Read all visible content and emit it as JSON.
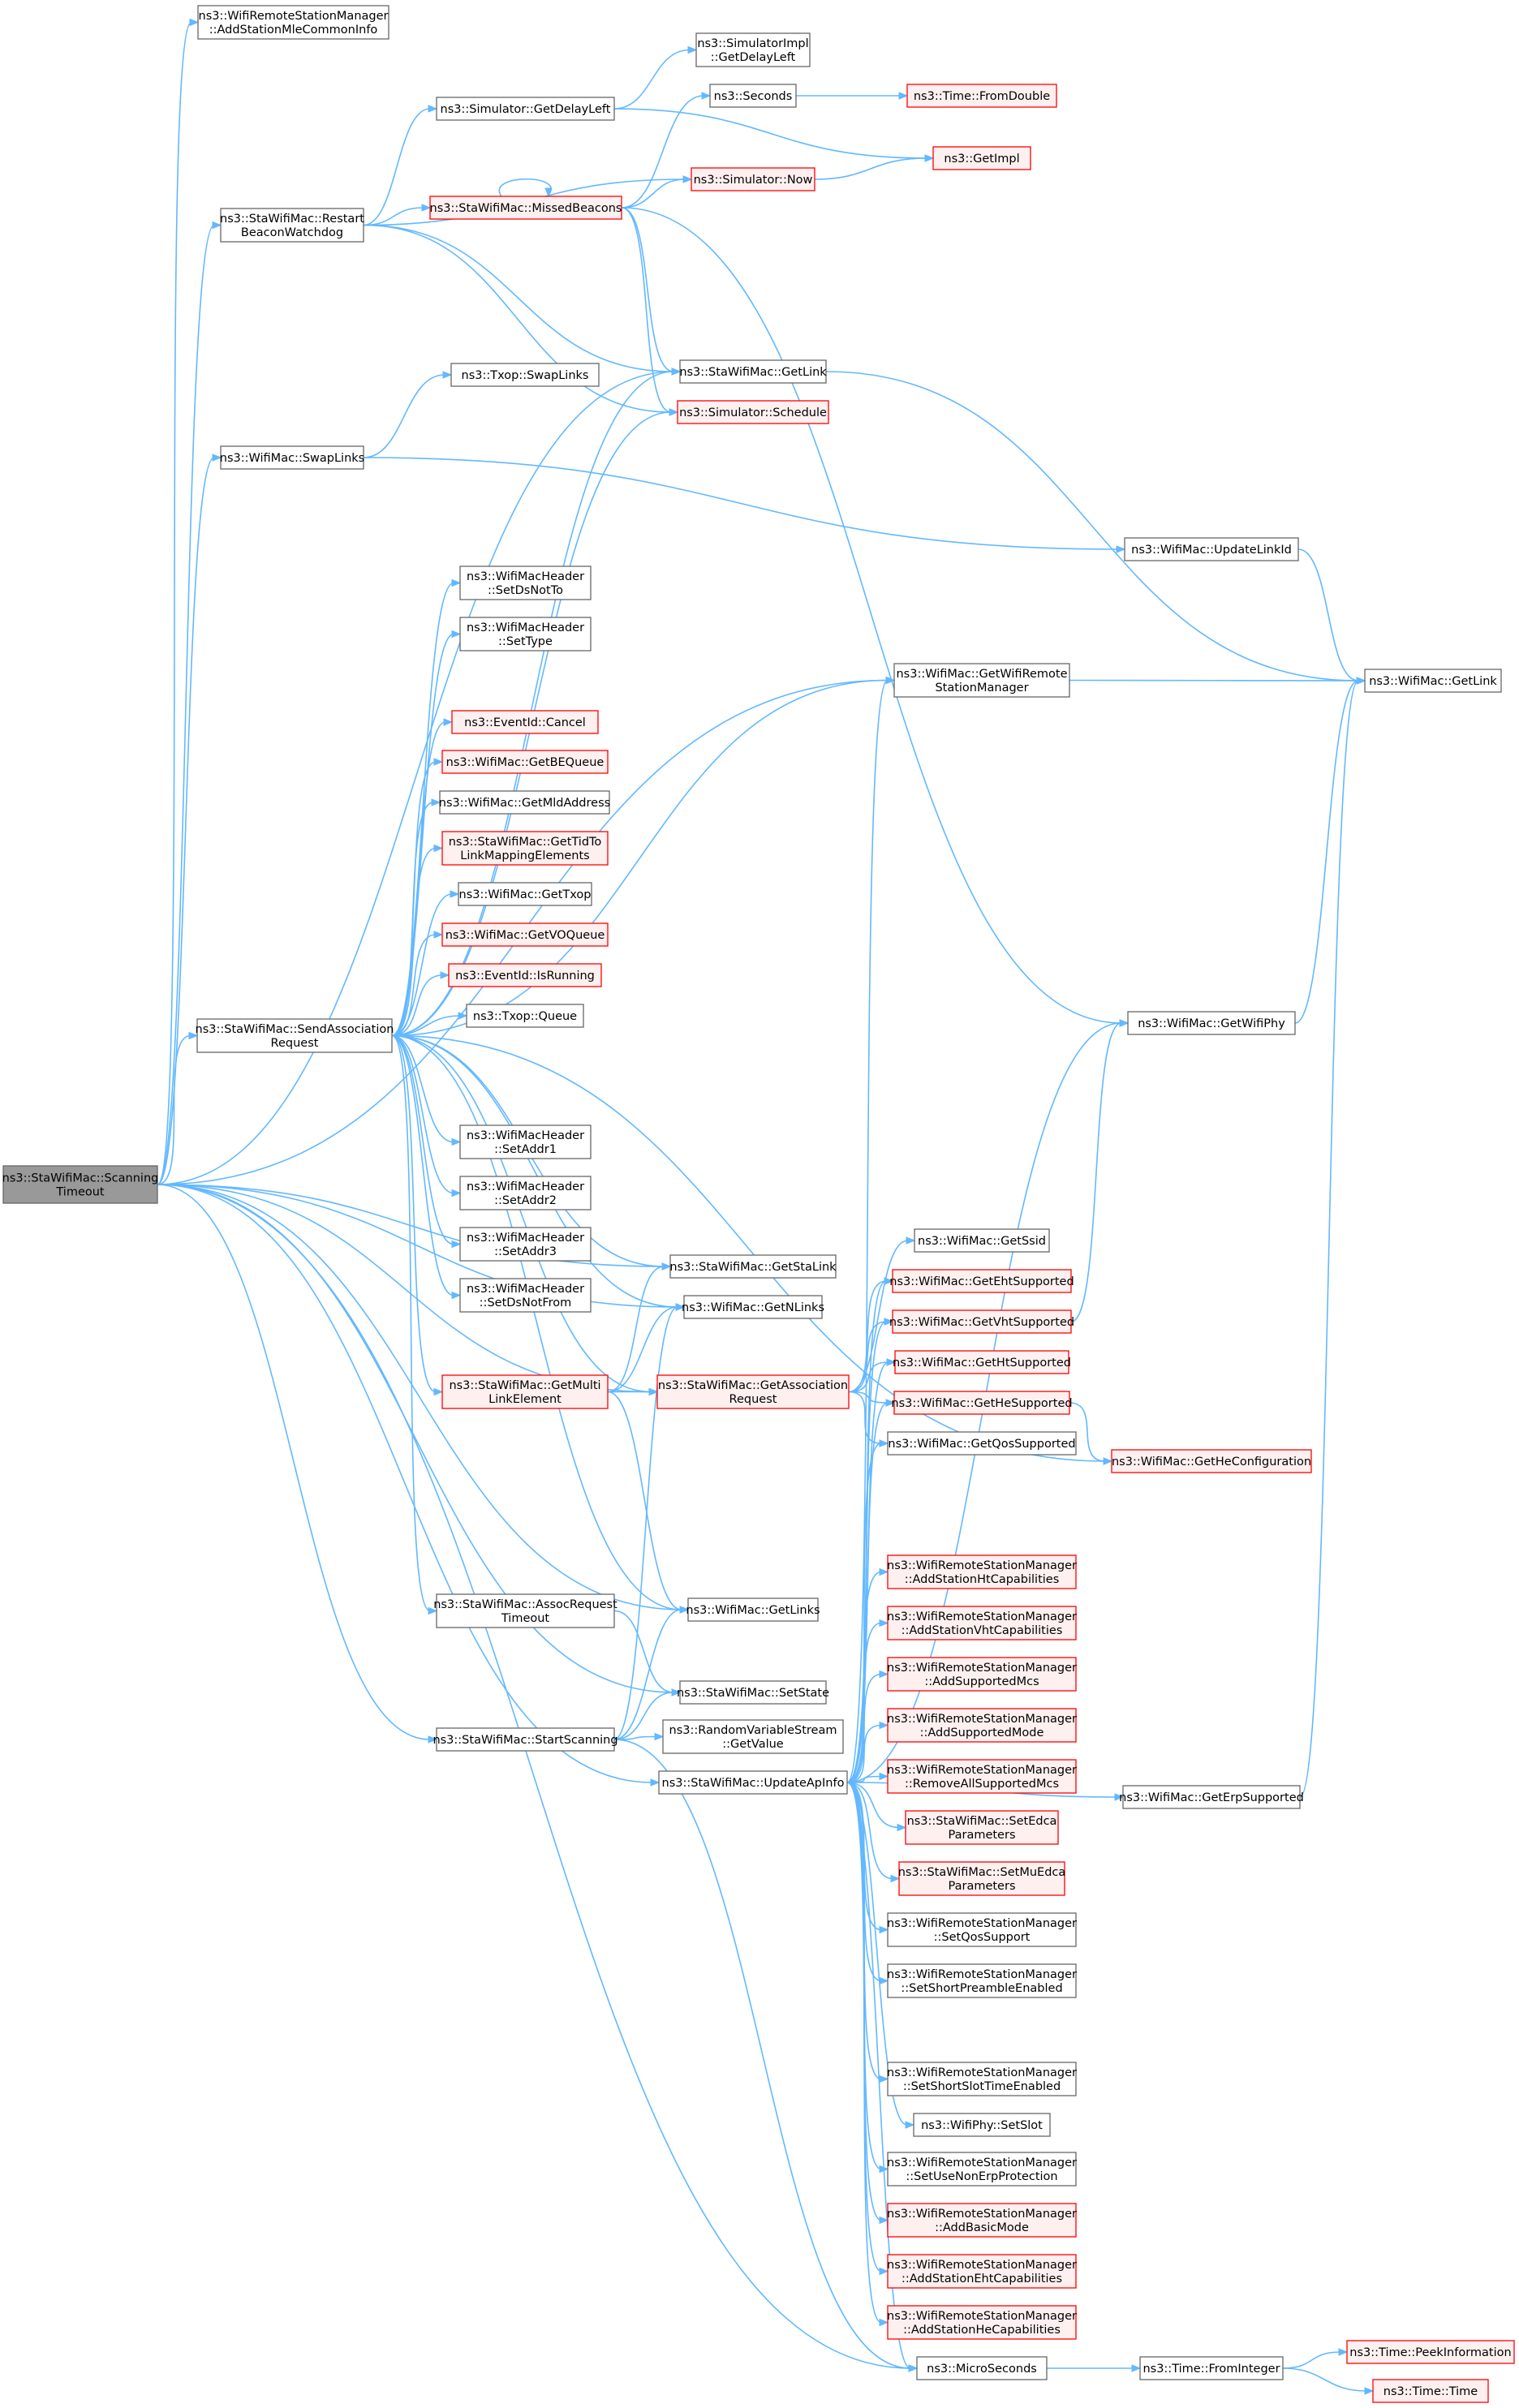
{
  "colors": {
    "edge": "#63b8ff",
    "node_border_default": "#666666",
    "node_border_red": "#ff0000",
    "node_fill_default": "#ffffff",
    "node_fill_red": "#fff0f0",
    "node_fill_root": "#999999"
  },
  "nodes": [
    {
      "id": "root",
      "lines": [
        "ns3::StaWifiMac::Scanning",
        "Timeout"
      ],
      "style": "root"
    },
    {
      "id": "addStationMle",
      "lines": [
        "ns3::WifiRemoteStationManager",
        "::AddStationMleCommonInfo"
      ],
      "style": "default"
    },
    {
      "id": "restartBeacon",
      "lines": [
        "ns3::StaWifiMac::Restart",
        "BeaconWatchdog"
      ],
      "style": "default"
    },
    {
      "id": "swapLinksMac",
      "lines": [
        "ns3::WifiMac::SwapLinks"
      ],
      "style": "default"
    },
    {
      "id": "sendAssoc",
      "lines": [
        "ns3::StaWifiMac::SendAssociation",
        "Request"
      ],
      "style": "default"
    },
    {
      "id": "startScanning",
      "lines": [
        "ns3::StaWifiMac::StartScanning"
      ],
      "style": "default"
    },
    {
      "id": "getDelayLeft",
      "lines": [
        "ns3::Simulator::GetDelayLeft"
      ],
      "style": "default"
    },
    {
      "id": "missedBeacons",
      "lines": [
        "ns3::StaWifiMac::MissedBeacons"
      ],
      "style": "red"
    },
    {
      "id": "txopSwap",
      "lines": [
        "ns3::Txop::SwapLinks"
      ],
      "style": "default"
    },
    {
      "id": "setDsNotTo",
      "lines": [
        "ns3::WifiMacHeader",
        "::SetDsNotTo"
      ],
      "style": "default"
    },
    {
      "id": "setType",
      "lines": [
        "ns3::WifiMacHeader",
        "::SetType"
      ],
      "style": "default"
    },
    {
      "id": "cancel",
      "lines": [
        "ns3::EventId::Cancel"
      ],
      "style": "red"
    },
    {
      "id": "getBEQueue",
      "lines": [
        "ns3::WifiMac::GetBEQueue"
      ],
      "style": "red"
    },
    {
      "id": "getMldAddress",
      "lines": [
        "ns3::WifiMac::GetMldAddress"
      ],
      "style": "default"
    },
    {
      "id": "getTidTo",
      "lines": [
        "ns3::StaWifiMac::GetTidTo",
        "LinkMappingElements"
      ],
      "style": "red"
    },
    {
      "id": "getTxop",
      "lines": [
        "ns3::WifiMac::GetTxop"
      ],
      "style": "default"
    },
    {
      "id": "getVOQueue",
      "lines": [
        "ns3::WifiMac::GetVOQueue"
      ],
      "style": "red"
    },
    {
      "id": "isRunning",
      "lines": [
        "ns3::EventId::IsRunning"
      ],
      "style": "red"
    },
    {
      "id": "txopQueue",
      "lines": [
        "ns3::Txop::Queue"
      ],
      "style": "default"
    },
    {
      "id": "setAddr1",
      "lines": [
        "ns3::WifiMacHeader",
        "::SetAddr1"
      ],
      "style": "default"
    },
    {
      "id": "setAddr2",
      "lines": [
        "ns3::WifiMacHeader",
        "::SetAddr2"
      ],
      "style": "default"
    },
    {
      "id": "setAddr3",
      "lines": [
        "ns3::WifiMacHeader",
        "::SetAddr3"
      ],
      "style": "default"
    },
    {
      "id": "setDsNotFrom",
      "lines": [
        "ns3::WifiMacHeader",
        "::SetDsNotFrom"
      ],
      "style": "default"
    },
    {
      "id": "getMultiLink",
      "lines": [
        "ns3::StaWifiMac::GetMulti",
        "LinkElement"
      ],
      "style": "red"
    },
    {
      "id": "assocReqTimeout",
      "lines": [
        "ns3::StaWifiMac::AssocRequest",
        "Timeout"
      ],
      "style": "default"
    },
    {
      "id": "simImplDelay",
      "lines": [
        "ns3::SimulatorImpl",
        "::GetDelayLeft"
      ],
      "style": "default"
    },
    {
      "id": "seconds",
      "lines": [
        "ns3::Seconds"
      ],
      "style": "default"
    },
    {
      "id": "simNow",
      "lines": [
        "ns3::Simulator::Now"
      ],
      "style": "red"
    },
    {
      "id": "staGetLink",
      "lines": [
        "ns3::StaWifiMac::GetLink"
      ],
      "style": "default"
    },
    {
      "id": "schedule",
      "lines": [
        "ns3::Simulator::Schedule"
      ],
      "style": "red"
    },
    {
      "id": "getWifiRSM",
      "lines": [
        "ns3::WifiMac::GetWifiRemote",
        "StationManager"
      ],
      "style": "default"
    },
    {
      "id": "getStaLink",
      "lines": [
        "ns3::StaWifiMac::GetStaLink"
      ],
      "style": "default"
    },
    {
      "id": "getNLinks",
      "lines": [
        "ns3::WifiMac::GetNLinks"
      ],
      "style": "default"
    },
    {
      "id": "getAssocReq",
      "lines": [
        "ns3::StaWifiMac::GetAssociation",
        "Request"
      ],
      "style": "red"
    },
    {
      "id": "getLinks",
      "lines": [
        "ns3::WifiMac::GetLinks"
      ],
      "style": "default"
    },
    {
      "id": "setState",
      "lines": [
        "ns3::StaWifiMac::SetState"
      ],
      "style": "default"
    },
    {
      "id": "rvsGetValue",
      "lines": [
        "ns3::RandomVariableStream",
        "::GetValue"
      ],
      "style": "default"
    },
    {
      "id": "updateApInfo",
      "lines": [
        "ns3::StaWifiMac::UpdateApInfo"
      ],
      "style": "default"
    },
    {
      "id": "timeFromDouble",
      "lines": [
        "ns3::Time::FromDouble"
      ],
      "style": "red"
    },
    {
      "id": "getImpl",
      "lines": [
        "ns3::GetImpl"
      ],
      "style": "red"
    },
    {
      "id": "updateLinkId",
      "lines": [
        "ns3::WifiMac::UpdateLinkId"
      ],
      "style": "default"
    },
    {
      "id": "getWifiPhy",
      "lines": [
        "ns3::WifiMac::GetWifiPhy"
      ],
      "style": "default"
    },
    {
      "id": "getSsid",
      "lines": [
        "ns3::WifiMac::GetSsid"
      ],
      "style": "default"
    },
    {
      "id": "getEht",
      "lines": [
        "ns3::WifiMac::GetEhtSupported"
      ],
      "style": "red"
    },
    {
      "id": "getVht",
      "lines": [
        "ns3::WifiMac::GetVhtSupported"
      ],
      "style": "red"
    },
    {
      "id": "getHt",
      "lines": [
        "ns3::WifiMac::GetHtSupported"
      ],
      "style": "red"
    },
    {
      "id": "getHe",
      "lines": [
        "ns3::WifiMac::GetHeSupported"
      ],
      "style": "red"
    },
    {
      "id": "getQos",
      "lines": [
        "ns3::WifiMac::GetQosSupported"
      ],
      "style": "default"
    },
    {
      "id": "addHtCap",
      "lines": [
        "ns3::WifiRemoteStationManager",
        "::AddStationHtCapabilities"
      ],
      "style": "red"
    },
    {
      "id": "addVhtCap",
      "lines": [
        "ns3::WifiRemoteStationManager",
        "::AddStationVhtCapabilities"
      ],
      "style": "red"
    },
    {
      "id": "addSuppMcs",
      "lines": [
        "ns3::WifiRemoteStationManager",
        "::AddSupportedMcs"
      ],
      "style": "red"
    },
    {
      "id": "addSuppMode",
      "lines": [
        "ns3::WifiRemoteStationManager",
        "::AddSupportedMode"
      ],
      "style": "red"
    },
    {
      "id": "removeAll",
      "lines": [
        "ns3::WifiRemoteStationManager",
        "::RemoveAllSupportedMcs"
      ],
      "style": "red"
    },
    {
      "id": "setEdca",
      "lines": [
        "ns3::StaWifiMac::SetEdca",
        "Parameters"
      ],
      "style": "red"
    },
    {
      "id": "setMuEdca",
      "lines": [
        "ns3::StaWifiMac::SetMuEdca",
        "Parameters"
      ],
      "style": "red"
    },
    {
      "id": "setQosSupport",
      "lines": [
        "ns3::WifiRemoteStationManager",
        "::SetQosSupport"
      ],
      "style": "default"
    },
    {
      "id": "setShortPre",
      "lines": [
        "ns3::WifiRemoteStationManager",
        "::SetShortPreambleEnabled"
      ],
      "style": "default"
    },
    {
      "id": "setShortSlot",
      "lines": [
        "ns3::WifiRemoteStationManager",
        "::SetShortSlotTimeEnabled"
      ],
      "style": "default"
    },
    {
      "id": "phySetSlot",
      "lines": [
        "ns3::WifiPhy::SetSlot"
      ],
      "style": "default"
    },
    {
      "id": "setNonErp",
      "lines": [
        "ns3::WifiRemoteStationManager",
        "::SetUseNonErpProtection"
      ],
      "style": "default"
    },
    {
      "id": "addBasicMode",
      "lines": [
        "ns3::WifiRemoteStationManager",
        "::AddBasicMode"
      ],
      "style": "red"
    },
    {
      "id": "addEhtCap",
      "lines": [
        "ns3::WifiRemoteStationManager",
        "::AddStationEhtCapabilities"
      ],
      "style": "red"
    },
    {
      "id": "addHeCap",
      "lines": [
        "ns3::WifiRemoteStationManager",
        "::AddStationHeCapabilities"
      ],
      "style": "red"
    },
    {
      "id": "microSeconds",
      "lines": [
        "ns3::MicroSeconds"
      ],
      "style": "default"
    },
    {
      "id": "getHeConfig",
      "lines": [
        "ns3::WifiMac::GetHeConfiguration"
      ],
      "style": "red"
    },
    {
      "id": "getErp",
      "lines": [
        "ns3::WifiMac::GetErpSupported"
      ],
      "style": "default"
    },
    {
      "id": "macGetLink",
      "lines": [
        "ns3::WifiMac::GetLink"
      ],
      "style": "default"
    },
    {
      "id": "timeFromInteger",
      "lines": [
        "ns3::Time::FromInteger"
      ],
      "style": "default"
    },
    {
      "id": "peekInfo",
      "lines": [
        "ns3::Time::PeekInformation"
      ],
      "style": "red"
    },
    {
      "id": "timeTime",
      "lines": [
        "ns3::Time::Time"
      ],
      "style": "red"
    }
  ],
  "edges": [
    [
      "root",
      "addStationMle"
    ],
    [
      "root",
      "restartBeacon"
    ],
    [
      "root",
      "swapLinksMac"
    ],
    [
      "root",
      "sendAssoc"
    ],
    [
      "root",
      "startScanning"
    ],
    [
      "root",
      "staGetLink"
    ],
    [
      "root",
      "getWifiRSM"
    ],
    [
      "root",
      "getStaLink"
    ],
    [
      "root",
      "getNLinks"
    ],
    [
      "root",
      "getAssocReq"
    ],
    [
      "root",
      "getLinks"
    ],
    [
      "root",
      "setState"
    ],
    [
      "root",
      "updateApInfo"
    ],
    [
      "root",
      "microSeconds"
    ],
    [
      "restartBeacon",
      "getDelayLeft"
    ],
    [
      "restartBeacon",
      "missedBeacons"
    ],
    [
      "restartBeacon",
      "simNow"
    ],
    [
      "restartBeacon",
      "staGetLink"
    ],
    [
      "restartBeacon",
      "schedule"
    ],
    [
      "getDelayLeft",
      "simImplDelay"
    ],
    [
      "getDelayLeft",
      "getImpl"
    ],
    [
      "missedBeacons",
      "missedBeacons"
    ],
    [
      "missedBeacons",
      "seconds"
    ],
    [
      "missedBeacons",
      "simNow"
    ],
    [
      "missedBeacons",
      "staGetLink"
    ],
    [
      "missedBeacons",
      "schedule"
    ],
    [
      "missedBeacons",
      "getWifiPhy"
    ],
    [
      "seconds",
      "timeFromDouble"
    ],
    [
      "simNow",
      "getImpl"
    ],
    [
      "staGetLink",
      "macGetLink"
    ],
    [
      "swapLinksMac",
      "txopSwap"
    ],
    [
      "swapLinksMac",
      "updateLinkId"
    ],
    [
      "updateLinkId",
      "macGetLink"
    ],
    [
      "getWifiRSM",
      "macGetLink"
    ],
    [
      "getWifiPhy",
      "macGetLink"
    ],
    [
      "sendAssoc",
      "staGetLink"
    ],
    [
      "sendAssoc",
      "schedule"
    ],
    [
      "sendAssoc",
      "setDsNotTo"
    ],
    [
      "sendAssoc",
      "setType"
    ],
    [
      "sendAssoc",
      "getWifiRSM"
    ],
    [
      "sendAssoc",
      "cancel"
    ],
    [
      "sendAssoc",
      "getBEQueue"
    ],
    [
      "sendAssoc",
      "getMldAddress"
    ],
    [
      "sendAssoc",
      "getTidTo"
    ],
    [
      "sendAssoc",
      "getTxop"
    ],
    [
      "sendAssoc",
      "getVOQueue"
    ],
    [
      "sendAssoc",
      "isRunning"
    ],
    [
      "sendAssoc",
      "txopQueue"
    ],
    [
      "sendAssoc",
      "setAddr1"
    ],
    [
      "sendAssoc",
      "setAddr2"
    ],
    [
      "sendAssoc",
      "setAddr3"
    ],
    [
      "sendAssoc",
      "setDsNotFrom"
    ],
    [
      "sendAssoc",
      "getStaLink"
    ],
    [
      "sendAssoc",
      "getNLinks"
    ],
    [
      "sendAssoc",
      "getMultiLink"
    ],
    [
      "sendAssoc",
      "getAssocReq"
    ],
    [
      "sendAssoc",
      "getHeConfig"
    ],
    [
      "sendAssoc",
      "assocReqTimeout"
    ],
    [
      "sendAssoc",
      "getLinks"
    ],
    [
      "getMultiLink",
      "getStaLink"
    ],
    [
      "getMultiLink",
      "getNLinks"
    ],
    [
      "getMultiLink",
      "getAssocReq"
    ],
    [
      "getMultiLink",
      "getLinks"
    ],
    [
      "getAssocReq",
      "getSsid"
    ],
    [
      "getAssocReq",
      "getEht"
    ],
    [
      "getAssocReq",
      "getVht"
    ],
    [
      "getAssocReq",
      "getHt"
    ],
    [
      "getAssocReq",
      "getHe"
    ],
    [
      "getAssocReq",
      "getQos"
    ],
    [
      "getVht",
      "getWifiPhy"
    ],
    [
      "getHe",
      "getHeConfig"
    ],
    [
      "assocReqTimeout",
      "setState"
    ],
    [
      "startScanning",
      "getNLinks"
    ],
    [
      "startScanning",
      "getLinks"
    ],
    [
      "startScanning",
      "setState"
    ],
    [
      "startScanning",
      "rvsGetValue"
    ],
    [
      "startScanning",
      "microSeconds"
    ],
    [
      "updateApInfo",
      "getWifiRSM"
    ],
    [
      "updateApInfo",
      "getWifiPhy"
    ],
    [
      "updateApInfo",
      "getEht"
    ],
    [
      "updateApInfo",
      "getVht"
    ],
    [
      "updateApInfo",
      "getHt"
    ],
    [
      "updateApInfo",
      "getHe"
    ],
    [
      "updateApInfo",
      "getQos"
    ],
    [
      "updateApInfo",
      "addHtCap"
    ],
    [
      "updateApInfo",
      "addVhtCap"
    ],
    [
      "updateApInfo",
      "addSuppMcs"
    ],
    [
      "updateApInfo",
      "addSuppMode"
    ],
    [
      "updateApInfo",
      "removeAll"
    ],
    [
      "updateApInfo",
      "setEdca"
    ],
    [
      "updateApInfo",
      "setMuEdca"
    ],
    [
      "updateApInfo",
      "setQosSupport"
    ],
    [
      "updateApInfo",
      "setShortPre"
    ],
    [
      "updateApInfo",
      "setShortSlot"
    ],
    [
      "updateApInfo",
      "phySetSlot"
    ],
    [
      "updateApInfo",
      "setNonErp"
    ],
    [
      "updateApInfo",
      "addBasicMode"
    ],
    [
      "updateApInfo",
      "addEhtCap"
    ],
    [
      "updateApInfo",
      "addHeCap"
    ],
    [
      "updateApInfo",
      "microSeconds"
    ],
    [
      "updateApInfo",
      "getErp"
    ],
    [
      "getErp",
      "macGetLink"
    ],
    [
      "microSeconds",
      "timeFromInteger"
    ],
    [
      "timeFromInteger",
      "peekInfo"
    ],
    [
      "timeFromInteger",
      "timeTime"
    ]
  ]
}
